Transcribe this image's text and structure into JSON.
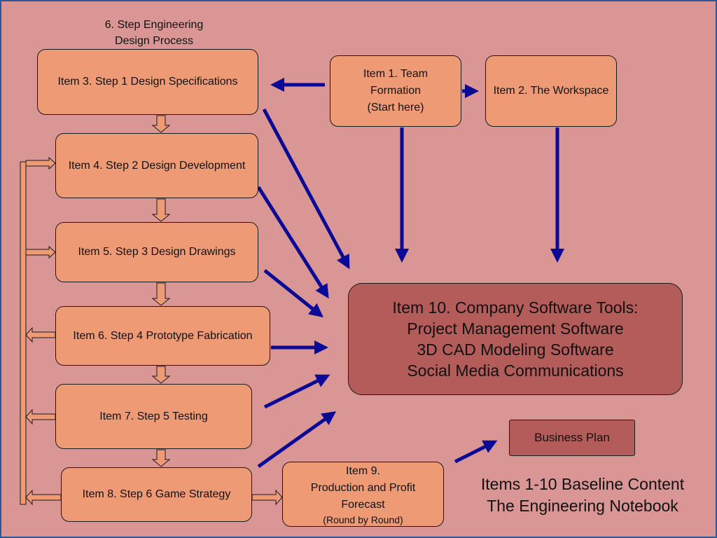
{
  "title": {
    "lines": [
      "6. Step Engineering",
      "Design Process"
    ]
  },
  "boxes": {
    "item3": "Item 3.  Step 1 Design Specifications",
    "item4": "Item 4.  Step 2 Design Development",
    "item5": "Item 5.  Step 3 Design  Drawings",
    "item6": "Item 6.  Step  4 Prototype Fabrication",
    "item7": "Item 7. Step 5  Testing",
    "item8": "Item 8. Step 6 Game Strategy",
    "item1": {
      "lines": [
        "Item 1. Team",
        "Formation",
        "(Start here)"
      ]
    },
    "item2": "Item 2. The Workspace",
    "item9": {
      "lines": [
        "Item 9.",
        "Production and Profit",
        "Forecast"
      ],
      "note": "(Round by Round)"
    },
    "item10": {
      "lines": [
        "Item 10. Company Software Tools:",
        "Project Management Software",
        "3D CAD Modeling Software",
        "Social Media Communications"
      ]
    },
    "business_plan": "Business Plan"
  },
  "footer": {
    "lines": [
      "Items 1-10 Baseline Content",
      "The  Engineering Notebook"
    ]
  },
  "colors": {
    "background": "#d99694",
    "box_fill": "#ed9a75",
    "hub_fill": "#b35c5a",
    "arrow_blue": "#0a0a96",
    "frame_border": "#2f5597"
  }
}
